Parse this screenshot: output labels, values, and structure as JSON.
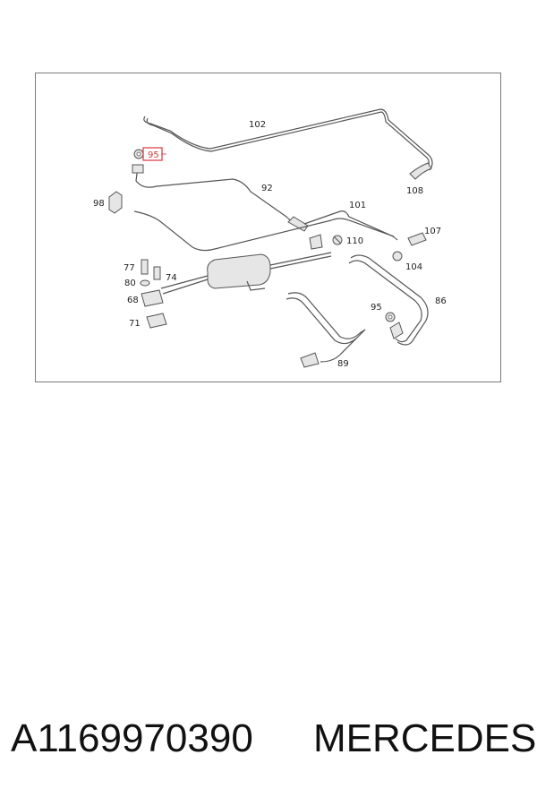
{
  "diagram": {
    "highlight_color": "#d9363e",
    "highlighted_part": "95",
    "labels": {
      "p102": "102",
      "p95a": "95",
      "p108": "108",
      "p92": "92",
      "p98": "98",
      "p101": "101",
      "p107": "107",
      "p110": "110",
      "p104": "104",
      "p77": "77",
      "p74": "74",
      "p80": "80",
      "p68": "68",
      "p71": "71",
      "p86": "86",
      "p95b": "95",
      "p89": "89"
    }
  },
  "footer": {
    "part_number": "A1169970390",
    "brand": "MERCEDES"
  }
}
